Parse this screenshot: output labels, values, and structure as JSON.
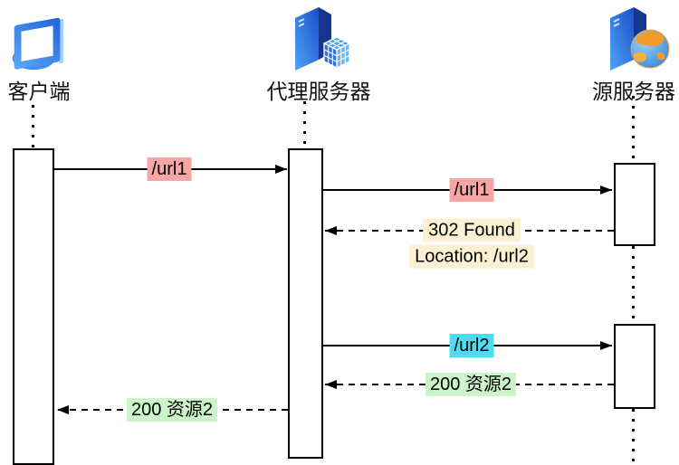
{
  "diagram": {
    "type": "sequence-diagram",
    "actors": [
      {
        "id": "client",
        "label": "客户端",
        "icon": "computer-monitor-icon"
      },
      {
        "id": "proxy",
        "label": "代理服务器",
        "icon": "server-tower-cube-icon"
      },
      {
        "id": "origin",
        "label": "源服务器",
        "icon": "server-tower-globe-icon"
      }
    ],
    "messages": [
      {
        "from": "client",
        "to": "proxy",
        "label": "/url1",
        "line": "solid",
        "highlight": "#F7A5A5"
      },
      {
        "from": "proxy",
        "to": "origin",
        "label": "/url1",
        "line": "solid",
        "highlight": "#F7A5A5"
      },
      {
        "from": "origin",
        "to": "proxy",
        "lines": [
          "302 Found",
          "Location: /url2"
        ],
        "line": "dashed",
        "highlight": "#FBF0D2"
      },
      {
        "from": "proxy",
        "to": "origin",
        "label": "/url2",
        "line": "solid",
        "highlight": "#4FDBEF"
      },
      {
        "from": "origin",
        "to": "proxy",
        "label": "200 资源2",
        "line": "dashed",
        "highlight": "#CBF5C9"
      },
      {
        "from": "proxy",
        "to": "client",
        "label": "200 资源2",
        "line": "dashed",
        "highlight": "#CBF5C9"
      }
    ],
    "colors": {
      "line": "#000000",
      "request_highlight": "#F7A5A5",
      "redirect_highlight": "#FBF0D2",
      "url2_highlight": "#4FDBEF",
      "success_highlight": "#CBF5C9",
      "background": "#FFFFFF"
    }
  }
}
